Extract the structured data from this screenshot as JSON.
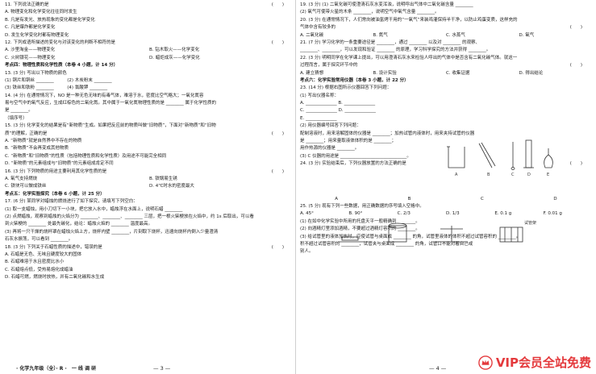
{
  "left": {
    "lines": [
      {
        "text": "11. 下列说法正确的是",
        "paren": "(　　)"
      },
      {
        "text": "A. 物理变化和化学变化往往同时发生"
      },
      {
        "text": "B. 凡是有发光、放热现象的变化都是化学变化"
      },
      {
        "text": "C. 凡是爆炸都是化学变化"
      },
      {
        "text": "D. 发生化学变化时都有物理变化"
      },
      {
        "text": "12. 下列成语所描述的变化与对该变化的判断不相符的是",
        "paren": "(　　)"
      },
      {
        "opts": [
          "A. 沙里淘金——物理变化",
          "B. 钻木取火——化学变化"
        ]
      },
      {
        "opts": [
          "C. 火树银花——物理变化",
          "D. 蜡炬成灰——化学变化"
        ]
      },
      {
        "text": "考点四：物理性质和化学性质（本卷 4 小题，计 14 分）",
        "sec": true
      },
      {
        "text": "13. (3 分) 写出以下物质的颜色"
      },
      {
        "text": "(1) 铜片和铜丝 ________　　　(2) 木炭粉末 ________"
      },
      {
        "text": "(3) 铁丝和铁粉 ________　　　(4) 氯酸钾 ________"
      },
      {
        "text": "14. (4 分) 在通常情况下，NO 是一种无色无味的有毒气体，难溶于水，密度比空气略大；一氧化氮容"
      },
      {
        "text": "易与空气中的氧气反应，生成红棕色的二氧化氮。其中属于一氧化氮物理性质的是 ________ 属于化学性质的"
      },
      {
        "text": "是 ________。"
      },
      {
        "text": "（填序号）"
      },
      {
        "text": "15. (3 分) 化学变化的结果是有“新物质”生成。如果把反应前的物质叫做“旧物质”，下面对“新物质”和“旧物"
      },
      {
        "text": "质”的理解，正确的是",
        "paren": "(　　)"
      },
      {
        "text": "A. “新物质”就是自然界中不存在的物质"
      },
      {
        "text": "B. “新物质”不会再变成其他物质"
      },
      {
        "text": "C. “新物质”和“旧物质”的性质（包括物理性质和化学性质）及用途不可能完全相同"
      },
      {
        "text": "D. “新物质”的元素组成与“旧物质”的元素组成肯定不同"
      },
      {
        "text": "16. (3 分) 下列物质的用途主要利用其化学性质的是",
        "paren": "(　　)"
      },
      {
        "opts": [
          "A. 氧气支持燃烧",
          "B. 铁锅易生锈"
        ]
      },
      {
        "opts": [
          "C. 铁块可以做成铁丝",
          "D. 4℃时水的密度最大"
        ]
      },
      {
        "text": "考点五：化学实验探究（本卷 6 小题，计 25 分）",
        "sec": true
      },
      {
        "text": "17. (6 分) 某同学对蜡烛的燃烧进行了如下探究，请填写下列空白："
      },
      {
        "text": "(1) 取一支蜡烛，用小刀切下一小块，把它放入水中，蜡烛浮在水面上，说明石蜡 ________"
      },
      {
        "text": "(2) 点燃蜡烛，观察到蜡烛的火焰分为 ________、________、________ 三层，把一根火柴梗放在火焰中，约 1s 后取出，可以看"
      },
      {
        "text": "到火柴梗的 ________ 处最先碳化，结论：蜡烛火焰的 ________ 温度最高。"
      },
      {
        "text": "(3) 再将一只干燥的烧杯罩在蜡烛火焰上方，烧杯内壁 ________，片刻取下烧杯，迅速向烧杯内倒入少量澄清"
      },
      {
        "text": "石灰水振荡，可以看到 ________。"
      },
      {
        "text": "18. (3 分) 下列关于石蜡性质的描述中，错误的是",
        "paren": "(　　)"
      },
      {
        "text": "A. 石蜡是无色、无味且硬度较大的固体"
      },
      {
        "text": "B. 石蜡难溶于水且密度比水小"
      },
      {
        "text": "C. 石蜡熔点低，受热易熔化成蜡油"
      },
      {
        "text": "D. 石蜡可燃，燃烧时放热，并有二氧化碳和水生成"
      }
    ],
    "footer": "· 化学九年级（全）· R ·",
    "footer2": "一 线 调 研",
    "page_no": "— 3 —"
  },
  "right": {
    "lines": [
      {
        "text": "19. (3 分) (1) 二氧化碳可使澄清石灰水变浑浊，说明呼出气体中二氧化碳含量 ________"
      },
      {
        "text": "(2) 氧气可使带火星的木条 ________，说明空气中氧气含量 ________。"
      },
      {
        "text": "20. (3 分) 在通常情况下，人们常向被油氢烤干用的“一氧气”来装鸡灌保持半干净，以防止鸡蛋变质，这样充的"
      },
      {
        "text": "气体中含有较多的",
        "paren": "(　　)"
      },
      {
        "opts": [
          "A. 二氧化碳",
          "B. 氮气",
          "C. 水蒸气",
          "D. 氧气"
        ]
      },
      {
        "text": "21. (7 分) 学习化学的一条重要途径是 ________，通过 ________ 以及对 ________ 的观察、"
      },
      {
        "text": "________、________，可以发现和验证 ________ 的原理，学习科学探究的方法并获得 ________。"
      },
      {
        "text": "22. (3 分) 明明同学在化学课上提出，可以用澄清石灰水来检验人呼出的气体中是否含有二氧化碳气体。就这一"
      },
      {
        "text": "过程而言，属于探究环节中的",
        "paren": "(　　)"
      },
      {
        "opts": [
          "A. 建立猜想",
          "B. 设计实验",
          "C. 收集证据",
          "D. 得出结论"
        ]
      },
      {
        "text": "考点六：化学实验常用仪器（本卷 3 小题，计 22 分）",
        "sec": true
      },
      {
        "text": "23. (14 分) 根据右图所示仪器回答下列问题："
      },
      {
        "text": "(1) 写出仪器名称："
      },
      {
        "text": "A. ______________ B. ______________"
      },
      {
        "text": "C. ______________ D. ______________"
      },
      {
        "text": "E. ______________"
      },
      {
        "text": "(2) 用仪器编号回答下列问题："
      },
      {
        "text": "配制溶液时，用来溶解固体的仪器是 ________；加热试管内液体时，用来夹持试管的仪器"
      },
      {
        "text": "是 ________；用来量取液体体积的是 ________；"
      },
      {
        "text": "用作热源的仪器是 ________。"
      },
      {
        "text": "(3) C 仪器的用途是 ______________________________。"
      },
      {
        "text": "24. (3 分) 实验结束后，下列仪器放置的方法正确的是",
        "paren": "(　　)"
      },
      {
        "figs": true
      },
      {
        "figlabels": [
          "A",
          "B",
          "C",
          "D"
        ]
      },
      {
        "text": "25. (5 分) 现有下列一些数据，用正确数据的序号填入空格中。"
      },
      {
        "opts": [
          "A. 45°",
          "B. 90°",
          "C. 2/3",
          "D. 1/3",
          "E. 0.1 g",
          "F. 0.01 g"
        ]
      },
      {
        "text": "(1) 在如中化学实验中所用的托盘天平一般精确到 ________。"
      },
      {
        "text": "(2) 向酒精灯里添加酒精，不要超过酒精灯容积的 ________。"
      },
      {
        "text": "(3) 给试管里的液体加热时，应使试管与桌面成 ________ 的角，试管里液体的体积不超过试管容积的 ________。"
      },
      {
        "text": "积不超过试管容积的 ________，试管夹与桌面成 ________ 的角，试管口不能对着自己或"
      },
      {
        "text": "别人。"
      }
    ],
    "page_no": "— 4 —"
  },
  "figures": {
    "q23_labels": [
      "A",
      "B",
      "C",
      "D",
      "E"
    ],
    "q24_caption": "试管架"
  },
  "watermark": {
    "text": "VIP会员全站免费",
    "color": "#e4393c"
  }
}
